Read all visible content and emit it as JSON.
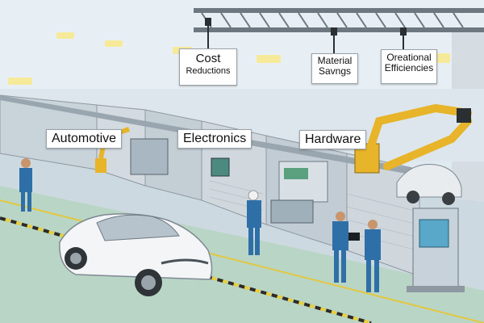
{
  "signs": {
    "cost": {
      "line1": "Cost",
      "line2": "Reductions"
    },
    "material": {
      "line1": "Material",
      "line2": "Savngs"
    },
    "operational": {
      "line1": "Oreational",
      "line2": "Efficiencies"
    },
    "automotive": "Automotive",
    "electronics": "Electronics",
    "hardware": "Hardware"
  },
  "colors": {
    "ceiling": "#e6eef3",
    "floor": "#cfdbe2",
    "green_lane": "#bcd7c5",
    "robot_arm": "#e7b42a",
    "worker_suit": "#2f6fa8",
    "car_body": "#f2f4f6"
  }
}
